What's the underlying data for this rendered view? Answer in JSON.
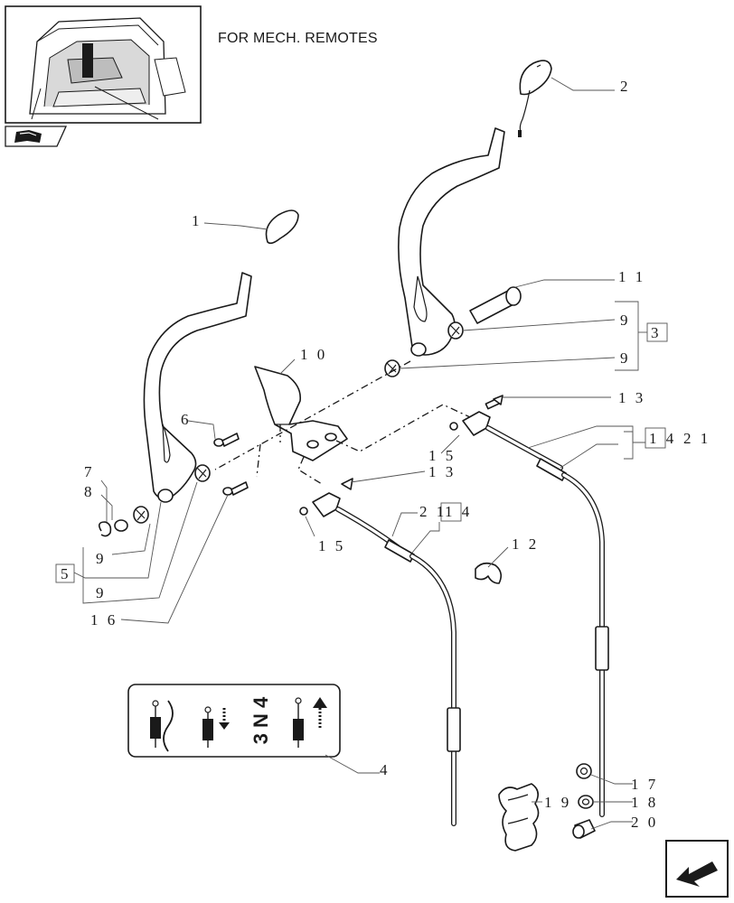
{
  "header": {
    "title": "FOR MECH. REMOTES"
  },
  "callouts": {
    "c1": "1",
    "c2": "2",
    "c3": "3",
    "c4": "4",
    "c5": "5",
    "c6": "6",
    "c7": "7",
    "c8": "8",
    "c9a": "9",
    "c9b": "9",
    "c9c": "9",
    "c9d": "9",
    "c10": "1 0",
    "c11": "1 1",
    "c12": "1 2",
    "c13a": "1 3",
    "c13b": "1 3",
    "c14a": "1 4",
    "c14b": "1 4",
    "c15a": "1 5",
    "c15b": "1 5",
    "c16": "1 6",
    "c17": "1 7",
    "c18": "1 8",
    "c19": "1 9",
    "c20": "2 0",
    "c21a": "2 1",
    "c21b": "2 1"
  },
  "decal": {
    "text": "3 N 4"
  },
  "icons": {
    "thumbnail": "tractor-cab-thumbnail-icon",
    "book": "book-icon",
    "nav": "next-arrow-icon"
  }
}
